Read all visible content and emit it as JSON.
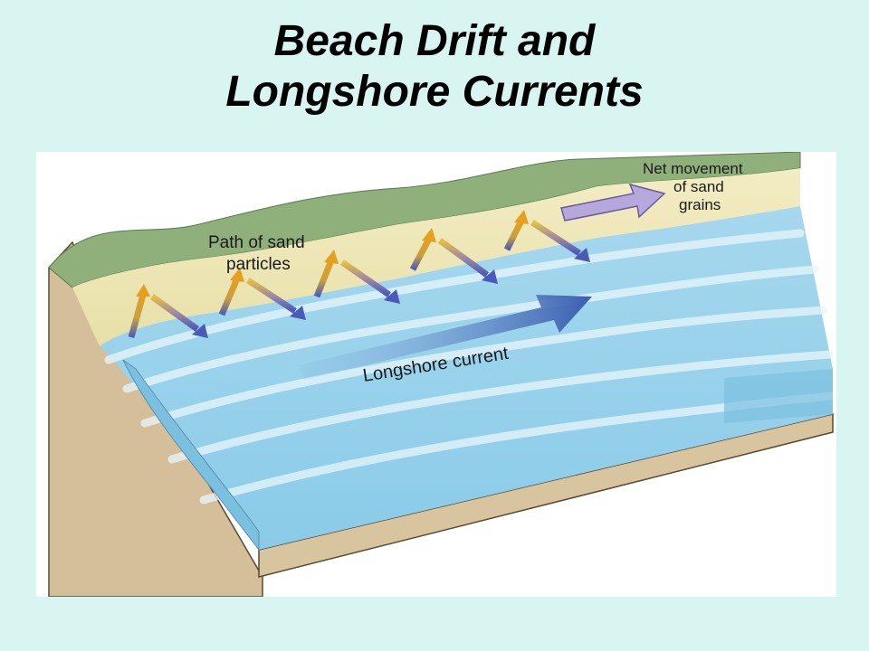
{
  "title": {
    "line1": "Beach Drift and",
    "line2": "Longshore Currents"
  },
  "diagram": {
    "labels": {
      "path_of_sand_line1": "Path of sand",
      "path_of_sand_line2": "particles",
      "net_movement_line1": "Net movement",
      "net_movement_line2": "of sand",
      "net_movement_line3": "grains",
      "longshore_current": "Longshore current"
    },
    "colors": {
      "background": "#d9f5f1",
      "water": "#8fcdea",
      "water_deep": "#6fb8e0",
      "beach": "#f0e8b0",
      "vegetation": "#8fb07a",
      "sediment": "#d9c4a0",
      "arrow_sand_top": "#e6a020",
      "arrow_sand_bottom": "#4a5ab8",
      "current_arrow": "#3a60b0",
      "net_arrow": "#b6a8dc"
    }
  }
}
